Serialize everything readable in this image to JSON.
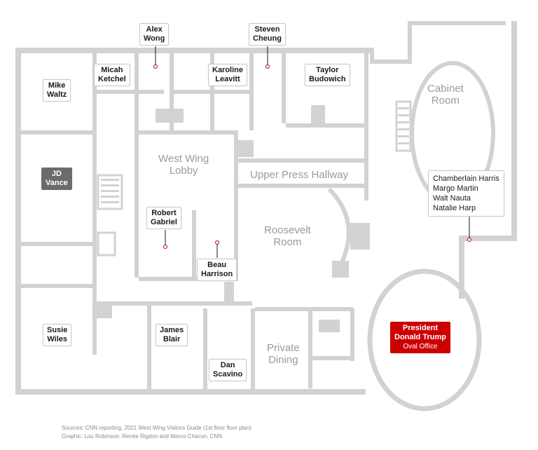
{
  "rooms": {
    "cabinet": [
      "Cabinet",
      "Room"
    ],
    "lobby": [
      "West Wing",
      "Lobby"
    ],
    "press": "Upper Press Hallway",
    "roosevelt": [
      "Roosevelt",
      "Room"
    ],
    "dining": [
      "Private",
      "Dining"
    ]
  },
  "people": {
    "alex_wong": [
      "Alex",
      "Wong"
    ],
    "steven_cheung": [
      "Steven",
      "Cheung"
    ],
    "micah_ketchel": [
      "Micah",
      "Ketchel"
    ],
    "karoline_leavitt": [
      "Karoline",
      "Leavitt"
    ],
    "taylor_budowich": [
      "Taylor",
      "Budowich"
    ],
    "mike_waltz": [
      "Mike",
      "Waltz"
    ],
    "jd_vance": [
      "JD",
      "Vance"
    ],
    "robert_gabriel": [
      "Robert",
      "Gabriel"
    ],
    "beau_harrison": [
      "Beau",
      "Harrison"
    ],
    "susie_wiles": [
      "Susie",
      "Wiles"
    ],
    "james_blair": [
      "James",
      "Blair"
    ],
    "dan_scavino": [
      "Dan",
      "Scavino"
    ],
    "cabinet_group": [
      "Chamberlain Harris",
      "Margo Martin",
      "Walt Nauta",
      "Natalie Harp"
    ],
    "president": [
      "President",
      "Donald Trump",
      "Oval Office"
    ]
  },
  "sources": {
    "line1": "Sources: CNN reporting, 2021 West Wing Visitors Guide (1st floor floor plan)",
    "line2": "Graphic: Lou Robinson, Renée Rigdon and Marco Chacon, CNN"
  },
  "colors": {
    "wall": "#d2d2d2",
    "room_label": "#9a9a9a",
    "president_tag": "#cc0000",
    "vance_tag": "#6b6b6b"
  }
}
